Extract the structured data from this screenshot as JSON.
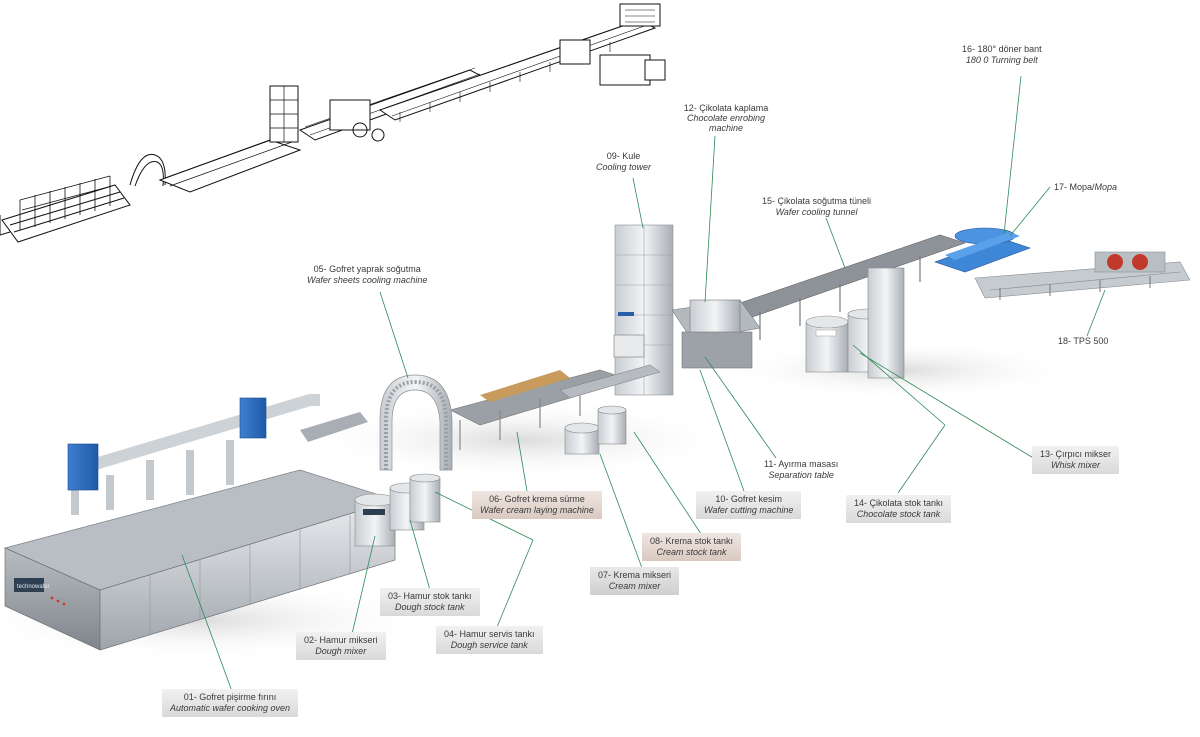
{
  "accent": "#2e8b57",
  "labels": [
    {
      "id": "01",
      "tr": "01- Gofret pişirme fırını",
      "en": "Automatic wafer cooking oven"
    },
    {
      "id": "02",
      "tr": "02- Hamur mikseri",
      "en": "Dough mixer"
    },
    {
      "id": "03",
      "tr": "03- Hamur stok tankı",
      "en": "Dough stock tank"
    },
    {
      "id": "04",
      "tr": "04- Hamur servis tankı",
      "en": "Dough service tank"
    },
    {
      "id": "05",
      "tr": "05- Gofret yaprak soğutma",
      "en": "Wafer sheets cooling machine"
    },
    {
      "id": "06",
      "tr": "06- Gofret krema sürme",
      "en": "Wafer cream laying machine"
    },
    {
      "id": "07",
      "tr": "07- Krema mikseri",
      "en": "Cream mixer"
    },
    {
      "id": "08",
      "tr": "08- Krema stok tankı",
      "en": "Cream stock tank"
    },
    {
      "id": "09",
      "tr": "09- Kule",
      "en": "Cooling tower"
    },
    {
      "id": "10",
      "tr": "10- Gofret kesim",
      "en": "Wafer cutting machine"
    },
    {
      "id": "11",
      "tr": "11- Ayırma masası",
      "en": "Separation table"
    },
    {
      "id": "12",
      "tr": "12- Çikolata kaplama",
      "en": "Chocolate enrobing machine"
    },
    {
      "id": "13",
      "tr": "13- Çırpıcı mikser",
      "en": "Whisk mixer"
    },
    {
      "id": "14",
      "tr": "14- Çikolata stok tankı",
      "en": "Chocolate stock tank"
    },
    {
      "id": "15",
      "tr": "15- Çikolata soğutma tüneli",
      "en": "Wafer cooling tunnel"
    },
    {
      "id": "16",
      "tr": "16- 180° döner bant",
      "en": "180 0 Turning belt"
    },
    {
      "id": "17",
      "tr": "17- Mopa/",
      "en": "Mopa"
    },
    {
      "id": "18",
      "tr": "18- TPS 500",
      "en": ""
    }
  ],
  "brand": "technowafer"
}
